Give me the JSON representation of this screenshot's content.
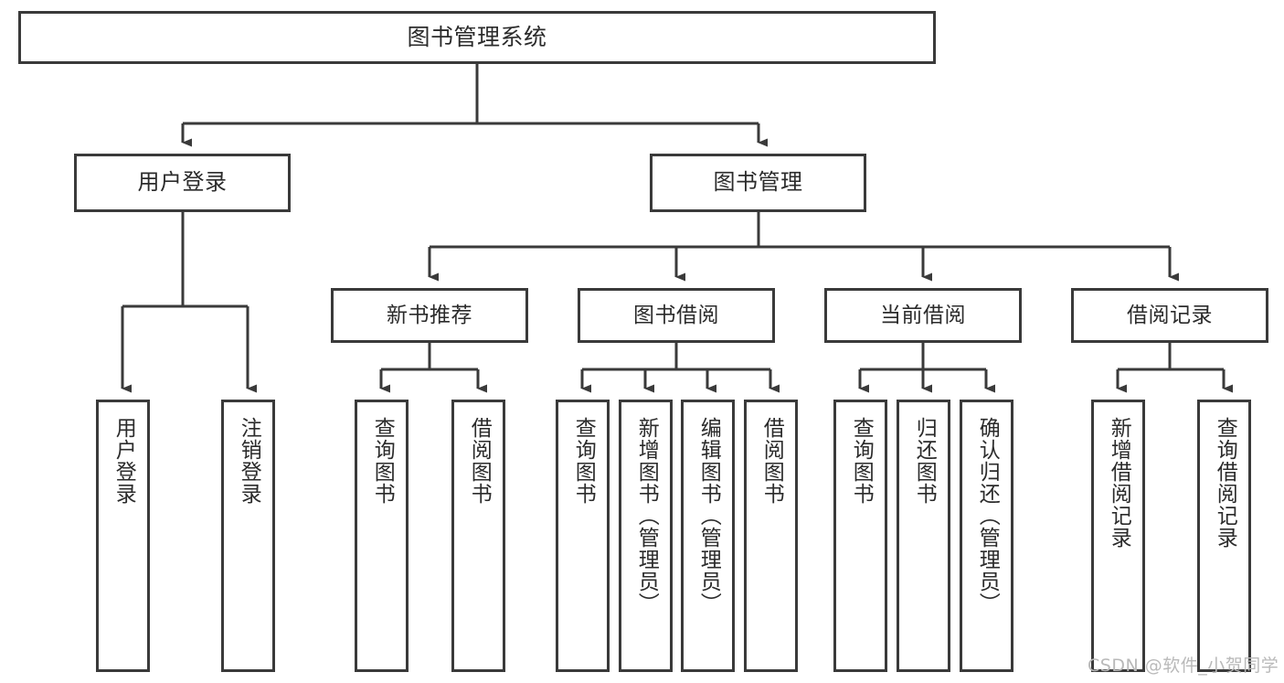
{
  "diagram": {
    "type": "tree-hierarchy",
    "title": "图书管理系统",
    "orientation": "top-down",
    "colors": {
      "stroke": "#3a3a3a",
      "fill": "#ffffff",
      "text": "#2b2b2b",
      "watermark": "#b9b9b9"
    },
    "nodes": {
      "root": {
        "label": "图书管理系统"
      },
      "level2": [
        {
          "id": "user-login",
          "label": "用户登录"
        },
        {
          "id": "book-management",
          "label": "图书管理"
        }
      ],
      "level3": [
        {
          "id": "new-book-recommend",
          "label": "新书推荐"
        },
        {
          "id": "book-borrow",
          "label": "图书借阅"
        },
        {
          "id": "current-borrow",
          "label": "当前借阅"
        },
        {
          "id": "borrow-record",
          "label": "借阅记录"
        }
      ],
      "leaves": [
        {
          "id": "leaf-user-login",
          "parent": "user-login",
          "label": "用户登录"
        },
        {
          "id": "leaf-logout-login",
          "parent": "user-login",
          "label": "注销登录"
        },
        {
          "id": "leaf-query-book-1",
          "parent": "new-book-recommend",
          "label": "查询图书"
        },
        {
          "id": "leaf-borrow-book-1",
          "parent": "new-book-recommend",
          "label": "借阅图书"
        },
        {
          "id": "leaf-query-book-2",
          "parent": "book-borrow",
          "label": "查询图书"
        },
        {
          "id": "leaf-add-book",
          "parent": "book-borrow",
          "label": "新增图书（管理员）"
        },
        {
          "id": "leaf-edit-book",
          "parent": "book-borrow",
          "label": "编辑图书（管理员）"
        },
        {
          "id": "leaf-borrow-book-2",
          "parent": "book-borrow",
          "label": "借阅图书"
        },
        {
          "id": "leaf-query-book-3",
          "parent": "current-borrow",
          "label": "查询图书"
        },
        {
          "id": "leaf-return-book",
          "parent": "current-borrow",
          "label": "归还图书"
        },
        {
          "id": "leaf-confirm-return",
          "parent": "current-borrow",
          "label": "确认归还（管理员）"
        },
        {
          "id": "leaf-add-record",
          "parent": "borrow-record",
          "label": "新增借阅记录"
        },
        {
          "id": "leaf-query-record",
          "parent": "borrow-record",
          "label": "查询借阅记录"
        }
      ]
    }
  },
  "watermark": {
    "text": "CSDN @软件_小贺同学"
  }
}
